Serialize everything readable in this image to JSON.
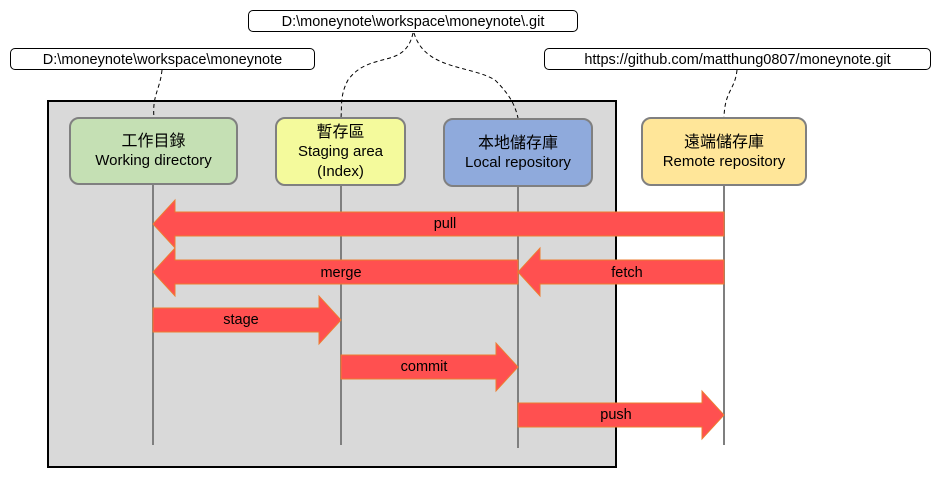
{
  "paths": {
    "working": "D:\\moneynote\\workspace\\moneynote",
    "git": "D:\\moneynote\\workspace\\moneynote\\.git",
    "remote": "https://github.com/matthung0807/moneynote.git"
  },
  "nodes": [
    {
      "id": "working",
      "zh": "工作目錄",
      "en": "Working directory",
      "extra": "",
      "color": "#c5e0b4"
    },
    {
      "id": "staging",
      "zh": "暫存區",
      "en": "Staging area",
      "extra": "(Index)",
      "color": "#f4fa9c"
    },
    {
      "id": "local",
      "zh": "本地儲存庫",
      "en": "Local repository",
      "extra": "",
      "color": "#8faadc"
    },
    {
      "id": "remote",
      "zh": "遠端儲存庫",
      "en": "Remote repository",
      "extra": "",
      "color": "#ffe699"
    }
  ],
  "arrows": [
    {
      "label": "pull",
      "from": "remote",
      "to": "working"
    },
    {
      "label": "merge",
      "from": "local",
      "to": "working"
    },
    {
      "label": "fetch",
      "from": "remote",
      "to": "local"
    },
    {
      "label": "stage",
      "from": "working",
      "to": "staging"
    },
    {
      "label": "commit",
      "from": "staging",
      "to": "local"
    },
    {
      "label": "push",
      "from": "local",
      "to": "remote"
    }
  ],
  "colors": {
    "arrow_fill": "#ff5050",
    "arrow_stroke": "#ed7d31",
    "local_area": "#d9d9d9"
  }
}
